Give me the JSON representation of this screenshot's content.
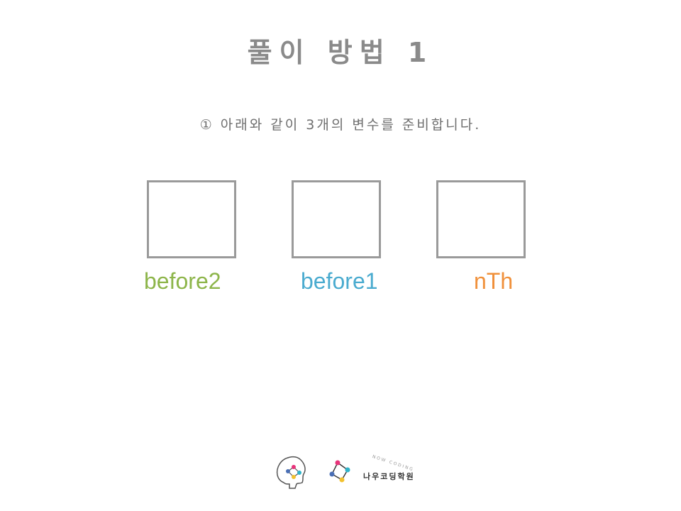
{
  "page": {
    "title": "풀이 방법 1",
    "instruction": "① 아래와 같이 3개의 변수를 준비합니다."
  },
  "variables": [
    {
      "label": "before2",
      "color": "#8db54a"
    },
    {
      "label": "before1",
      "color": "#4aabcf"
    },
    {
      "label": "nTh",
      "color": "#f0903a"
    }
  ],
  "footer": {
    "brand_name": "나우코딩학원",
    "brand_subtitle": "NOW CODING",
    "head_logo_icon": "head-with-network-icon",
    "network_logo_icon": "network-nodes-icon",
    "node_colors": [
      "#e8337a",
      "#2fb3c9",
      "#f2c12e",
      "#4a6fb5"
    ]
  }
}
